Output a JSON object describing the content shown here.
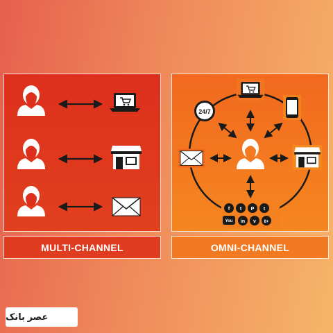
{
  "labels": {
    "multi": "MULTI-CHANNEL",
    "omni": "OMNI-CHANNEL"
  },
  "badge_247": "24/7",
  "social_letters": [
    "f",
    "t",
    "P",
    "t",
    "You",
    "in",
    "v",
    "8+"
  ],
  "logo_text": "عصر بانک",
  "colors": {
    "multi_panel": "#de2f1c",
    "omni_panel": "#f2681f",
    "icon": "#ffffff",
    "arrow": "#1a1a1a"
  }
}
